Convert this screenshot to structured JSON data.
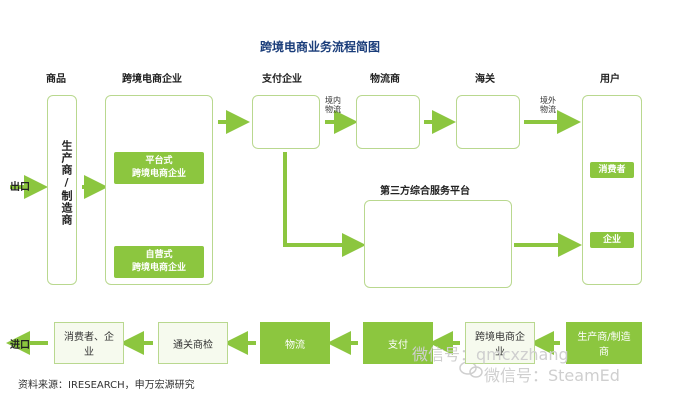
{
  "title": "跨境电商业务流程简图",
  "columns": {
    "goods": "商品",
    "ecommerce": "跨境电商企业",
    "payment": "支付企业",
    "logistics": "物流商",
    "customs": "海关",
    "user": "用户"
  },
  "rows": {
    "export": "出口",
    "import": "进口"
  },
  "producer": "生产商/制造商",
  "platform_type": "平台式\n跨境电商企业",
  "self_type": "自营式\n跨境电商企业",
  "logistics_domestic": "境内\n物流",
  "logistics_overseas": "境外\n物流",
  "third_party": "第三方综合服务平台",
  "consumer": "消费者",
  "enterprise": "企业",
  "import_flow": [
    "消费者、企\n业",
    "通关商检",
    "物流",
    "支付",
    "跨境电商企\n业",
    "生产商/制造\n商"
  ],
  "source": "资料来源：IRESEARCH，申万宏源研究",
  "watermark": "微信号：SteamEd",
  "watermark2": "微信号：qmcxzhang",
  "colors": {
    "green": "#8cc63f",
    "light_green": "#b9d88f",
    "dark_green": "#3d7a2a",
    "title": "#1a3d7a"
  },
  "icons": [
    "layers-icon",
    "share-icon",
    "dollar-icon",
    "truck-icon",
    "customs-officer-icon",
    "chip-icon",
    "person-icon",
    "group-icon",
    "wechat-icon"
  ]
}
